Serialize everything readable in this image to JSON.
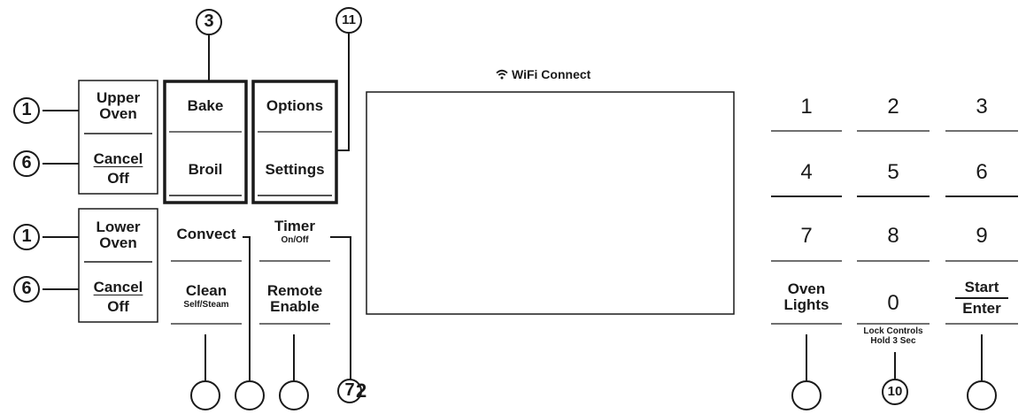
{
  "wifi": {
    "label": "WiFi Connect",
    "icon": "wifi-icon"
  },
  "upper_oven": {
    "select": [
      "Upper",
      "Oven"
    ],
    "cancel": [
      "Cancel",
      "Off"
    ],
    "bake": "Bake",
    "broil": "Broil",
    "options": "Options",
    "settings": "Settings"
  },
  "lower_oven": {
    "select": [
      "Lower",
      "Oven"
    ],
    "cancel": [
      "Cancel",
      "Off"
    ],
    "convect": "Convect",
    "timer": "Timer",
    "timer_sub": "On/Off",
    "clean": "Clean",
    "clean_sub": "Self/Steam",
    "remote": [
      "Remote",
      "Enable"
    ]
  },
  "keypad": {
    "keys": [
      "1",
      "2",
      "3",
      "4",
      "5",
      "6",
      "7",
      "8",
      "9"
    ],
    "oven_lights": [
      "Oven",
      "Lights"
    ],
    "zero": "0",
    "lock_note": [
      "Lock Controls",
      "Hold 3 Sec"
    ],
    "start": "Start",
    "enter": "Enter"
  },
  "callouts": {
    "upper_oven": "1",
    "upper_cancel": "6",
    "lower_oven": "1",
    "lower_cancel": "6",
    "bake_broil": "3",
    "options_settings": "11",
    "timer": "7",
    "timer_extra": "2",
    "lock": "10"
  },
  "colors": {
    "ink": "#1a1a1a",
    "background": "#ffffff"
  }
}
